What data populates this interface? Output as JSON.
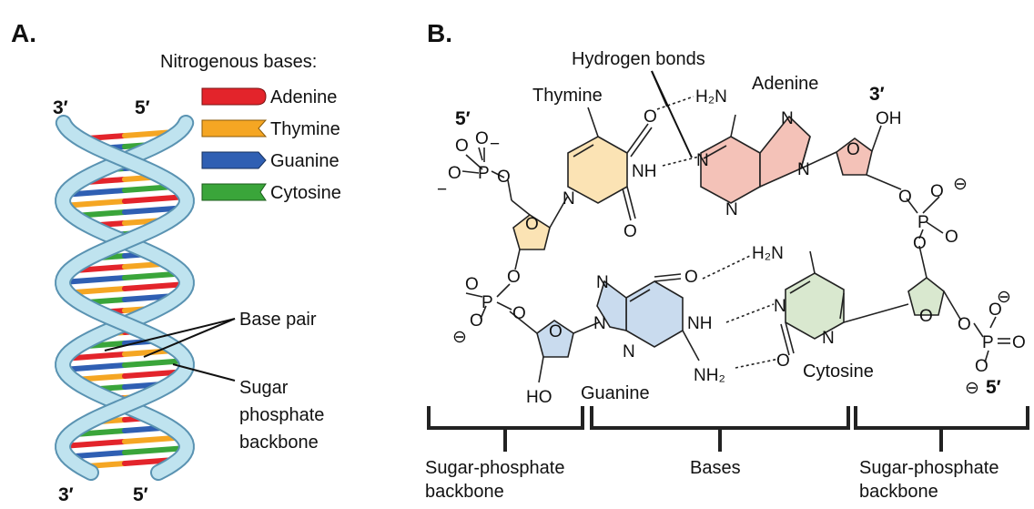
{
  "panelA": {
    "letter": "A.",
    "top_left_end": "3′",
    "top_right_end": "5′",
    "bottom_left_end": "3′",
    "bottom_right_end": "5′",
    "legend_title": "Nitrogenous bases:",
    "legend": [
      {
        "label": "Adenine",
        "color": "#e3242b"
      },
      {
        "label": "Thymine",
        "color": "#f5a623"
      },
      {
        "label": "Guanine",
        "color": "#2f5fb3"
      },
      {
        "label": "Cytosine",
        "color": "#3aa53a"
      }
    ],
    "base_pair_label": "Base pair",
    "backbone_label": [
      "Sugar",
      "phosphate",
      "backbone"
    ],
    "helix_color": "#bfe3ef"
  },
  "panelB": {
    "letter": "B.",
    "hydrogen_bonds": "Hydrogen bonds",
    "thymine": "Thymine",
    "adenine": "Adenine",
    "guanine": "Guanine",
    "cytosine": "Cytosine",
    "five_prime_top": "5′",
    "three_prime_top": "3′",
    "five_prime_bottom": "5′",
    "atoms": {
      "O": "O",
      "P": "P",
      "N": "N",
      "NH": "NH",
      "OH": "OH",
      "HO": "HO",
      "H2N": "H₂N",
      "NH2": "NH₂",
      "minus": "−",
      "circ_minus": "⊖"
    },
    "colors": {
      "thymine": "#fbe3b4",
      "adenine": "#f4c2b8",
      "guanine": "#c9dbee",
      "cytosine": "#d9e8cf",
      "sugar_top_left": "#fbe3b4",
      "sugar_top_right": "#f4c2b8",
      "sugar_bottom_left": "#c9dbee",
      "sugar_bottom_right": "#d9e8cf"
    },
    "brackets": {
      "left": [
        "Sugar-phosphate",
        "backbone"
      ],
      "middle": [
        "Bases"
      ],
      "right": [
        "Sugar-phosphate",
        "backbone"
      ]
    }
  }
}
